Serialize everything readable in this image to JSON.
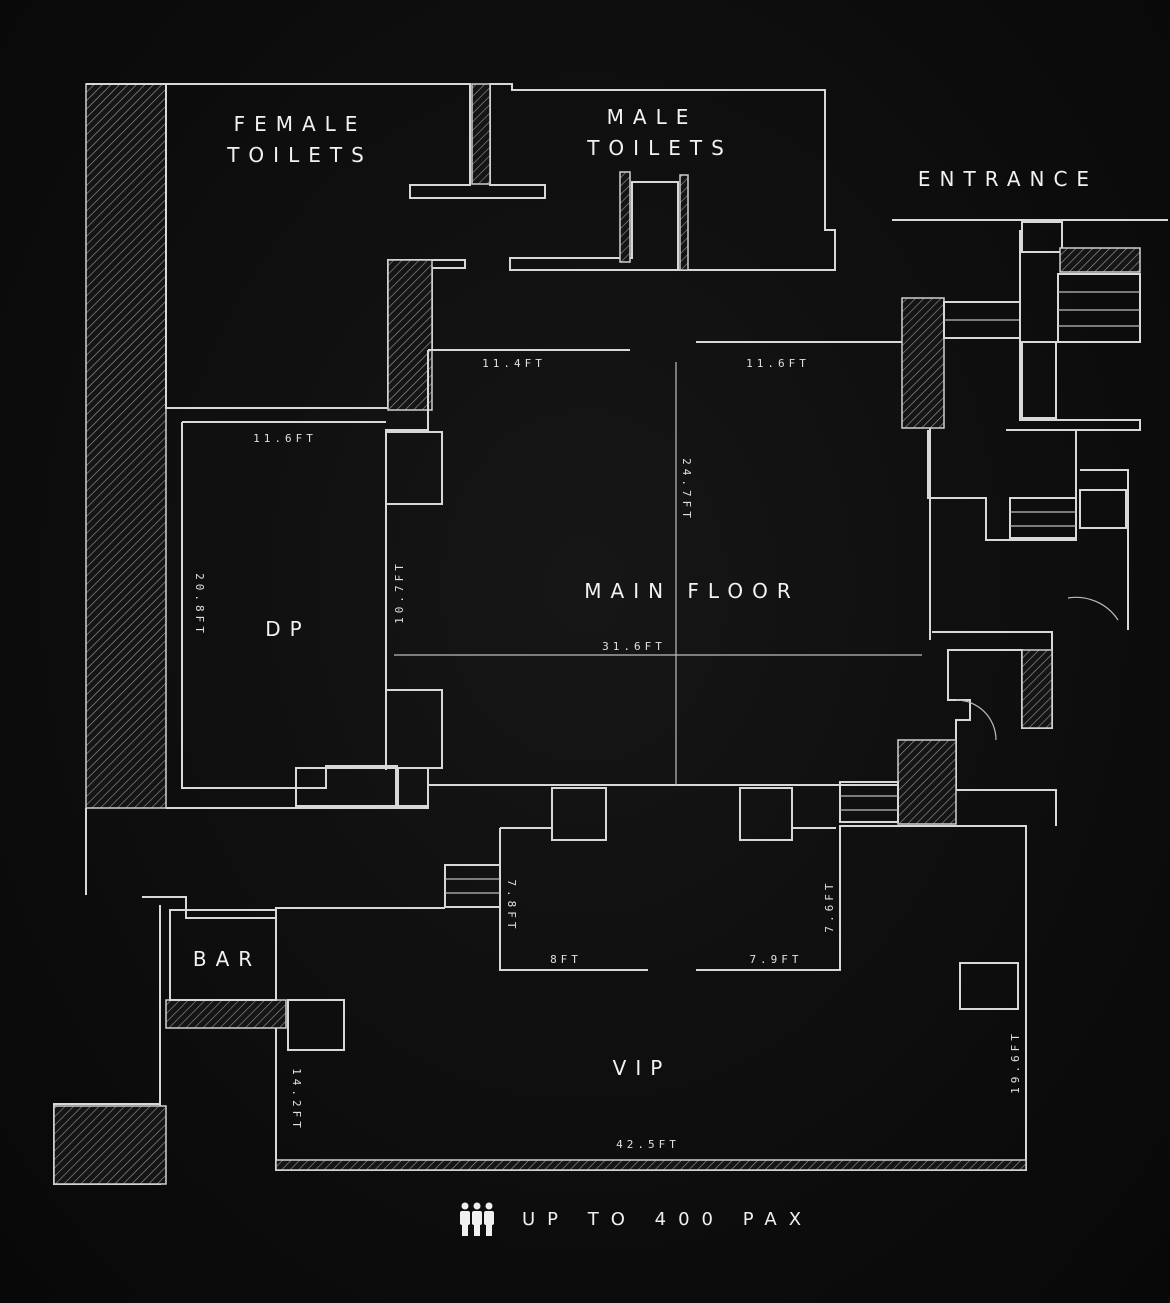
{
  "rooms": {
    "female_toilets": [
      "FEMALE",
      "TOILETS"
    ],
    "male_toilets": [
      "MALE",
      "TOILETS"
    ],
    "entrance": "ENTRANCE",
    "main_floor": "MAIN FLOOR",
    "dp": "DP",
    "bar": "BAR",
    "vip": "VIP"
  },
  "dimensions": {
    "main_top_left": "11.4FT",
    "main_top_right": "11.6FT",
    "main_height": "24.7FT",
    "main_width": "31.6FT",
    "dp_width": "11.6FT",
    "dp_height": "20.8FT",
    "dp_right": "10.7FT",
    "alcove_left": "7.8FT",
    "alcove_right": "7.6FT",
    "alcove_bottom_left": "8FT",
    "alcove_bottom_right": "7.9FT",
    "vip_left": "14.2FT",
    "vip_right": "19.6FT",
    "vip_width": "42.5FT"
  },
  "capacity": {
    "icon": "people-group-icon",
    "label": "UP TO 400 PAX"
  },
  "colors": {
    "background": "#0c0c0c",
    "lines": "#d8d8d8"
  }
}
